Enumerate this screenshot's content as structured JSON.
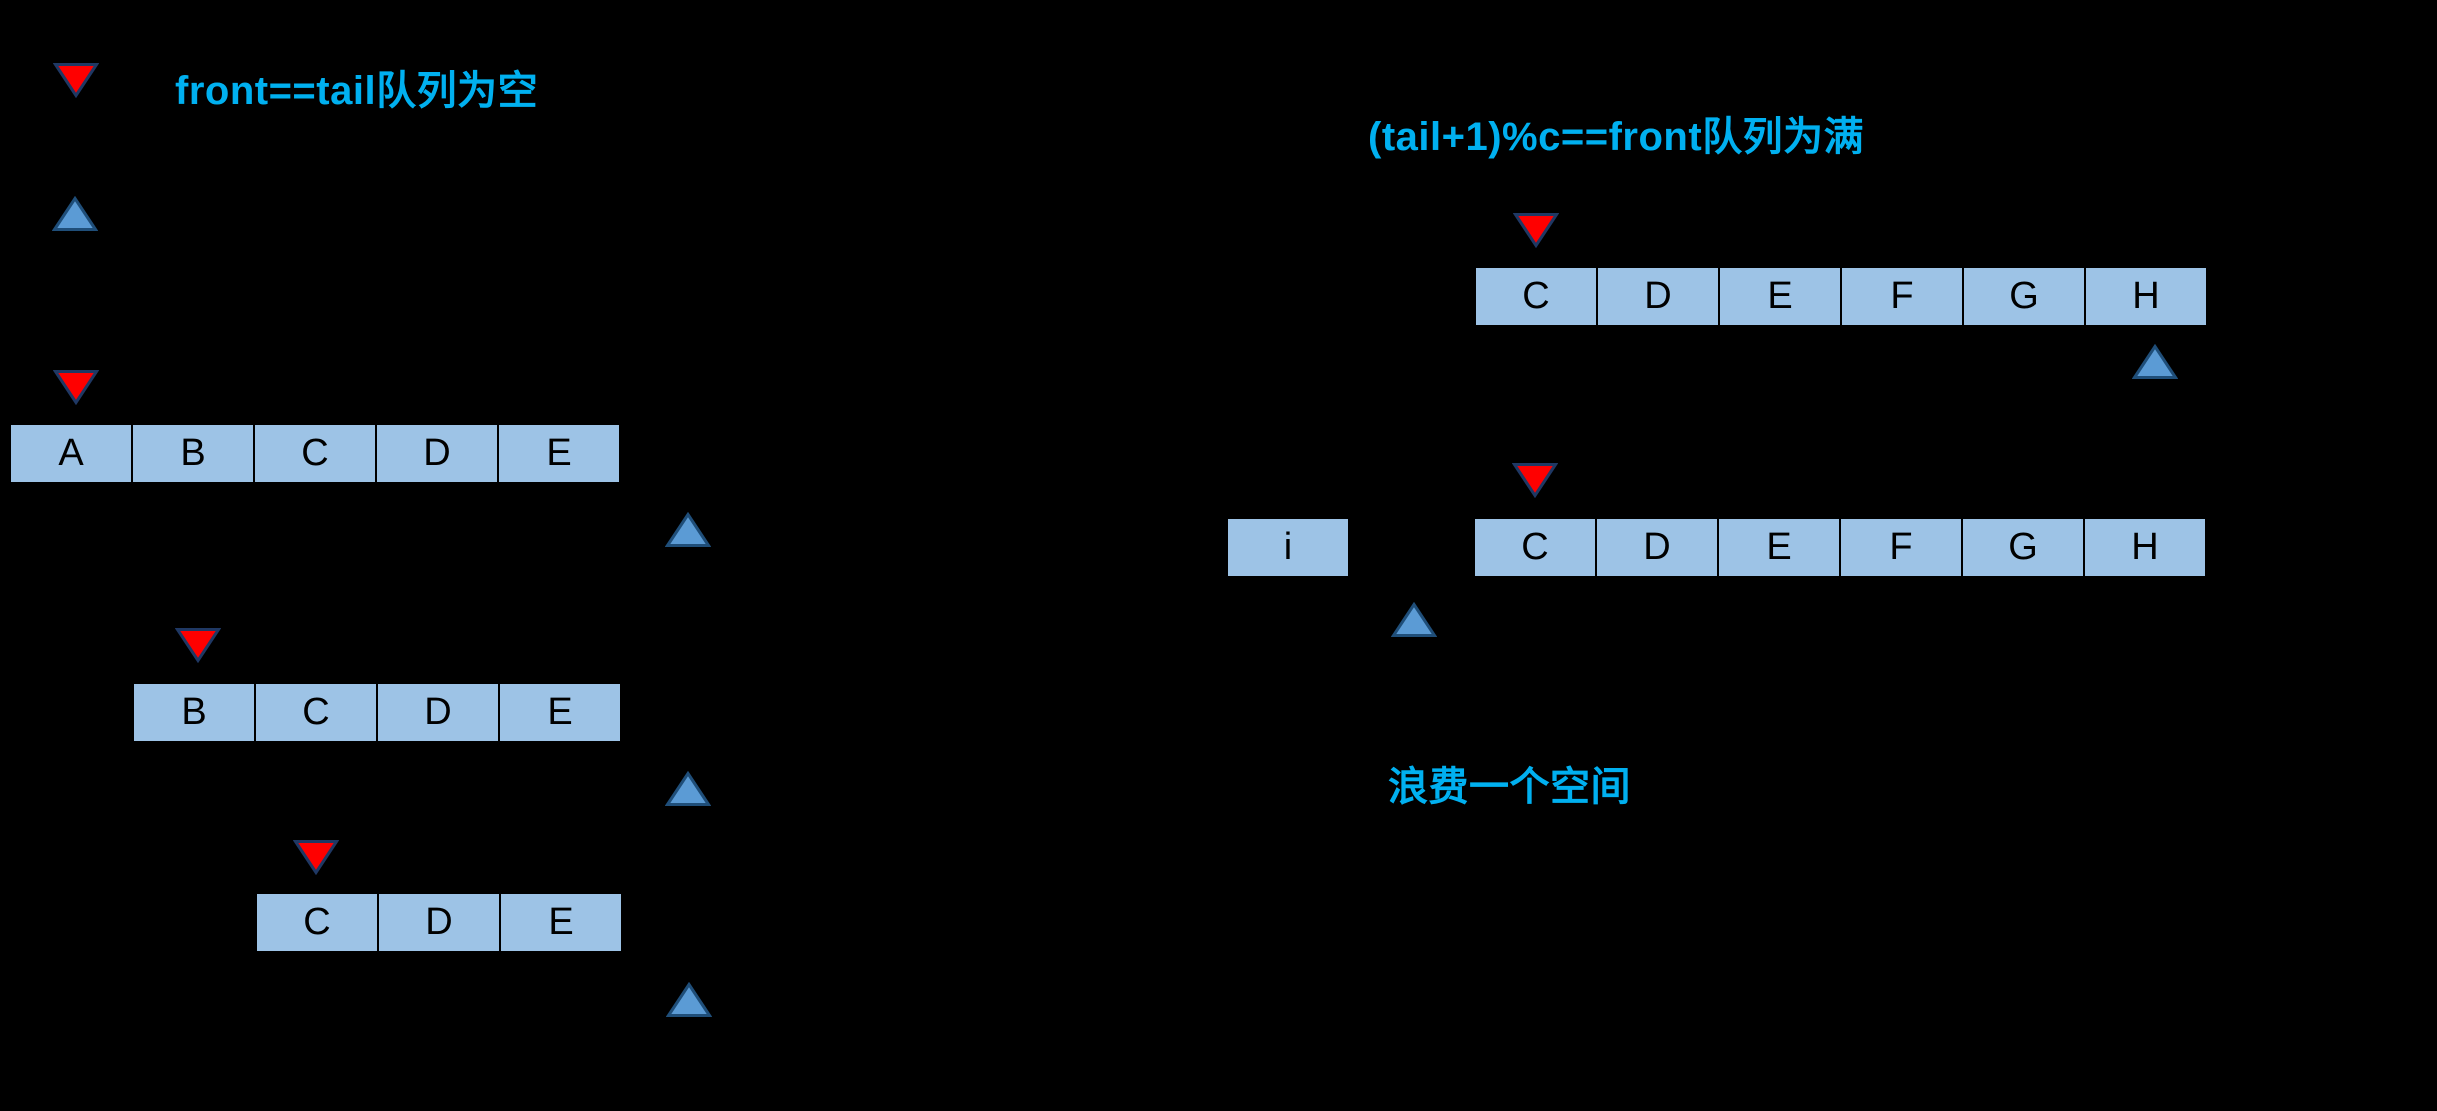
{
  "diagram": {
    "captions": {
      "empty": "front==tail队列为空",
      "full": "(tail+1)%c==front队列为满",
      "waste": "浪费一个空间"
    },
    "rows": {
      "left1": {
        "cells": [
          "A",
          "B",
          "C",
          "D",
          "E"
        ]
      },
      "left2": {
        "cells": [
          "B",
          "C",
          "D",
          "E"
        ]
      },
      "left3": {
        "cells": [
          "C",
          "D",
          "E"
        ]
      },
      "right1": {
        "cells": [
          "C",
          "D",
          "E",
          "F",
          "G",
          "H"
        ]
      },
      "right2": {
        "cells": [
          "C",
          "D",
          "E",
          "F",
          "G",
          "H"
        ]
      },
      "index_cell": "i"
    },
    "markers": {
      "front": "red-down-triangle",
      "tail": "blue-up-triangle"
    },
    "colors": {
      "background": "#000000",
      "cell_fill": "#9DC3E6",
      "cell_border": "#000000",
      "front_fill": "#FF0000",
      "front_border": "#1F3864",
      "tail_fill": "#5B9BD5",
      "tail_border": "#1F4E79",
      "caption_color": "#00B0F0"
    }
  }
}
